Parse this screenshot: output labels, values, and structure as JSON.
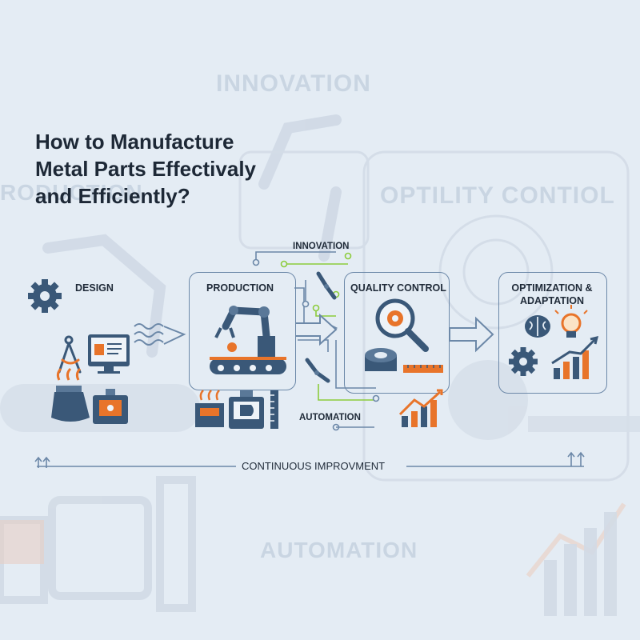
{
  "title": "How to Manufacture\nMetal Parts Effectivaly\nand Efficiently?",
  "stages": {
    "design": "DESIGN",
    "production": "PRODUCTION",
    "quality_control": "QUALITY CONTROL",
    "optimization": "OPTIMIZATION &\nADAPTATION"
  },
  "side_labels": {
    "innovation": "INNOVATION",
    "automation": "AUTOMATION"
  },
  "loop_label": "CONTINUOUS IMPROVMENT",
  "background_text": {
    "innovation": "INNOVATION",
    "production": "RODUCTION",
    "quality": "OPTILITY CONTIOL",
    "automation": "AUTOMATION"
  },
  "icons": {
    "design": [
      "gear-icon",
      "drafting-compass-icon",
      "computer-monitor-icon",
      "furnace-icon",
      "cnc-machine-icon"
    ],
    "production": [
      "robotic-arm-icon",
      "conveyor-belt-icon",
      "press-icon",
      "cnc-machine-icon",
      "ruler-icon"
    ],
    "quality_control": [
      "magnifier-gear-icon",
      "metal-part-icon",
      "ruler-icon",
      "bar-chart-icon"
    ],
    "optimization": [
      "brain-icon",
      "lightbulb-icon",
      "gear-icon",
      "growth-chart-icon"
    ],
    "connectors": [
      "robotic-arm-icon",
      "arrow-icon"
    ]
  },
  "colors": {
    "background": "#e4ecf4",
    "outline": "#6c88a8",
    "accent_orange": "#e8742a",
    "accent_green": "#8ccc3c",
    "icon_dark": "#3a5878"
  }
}
